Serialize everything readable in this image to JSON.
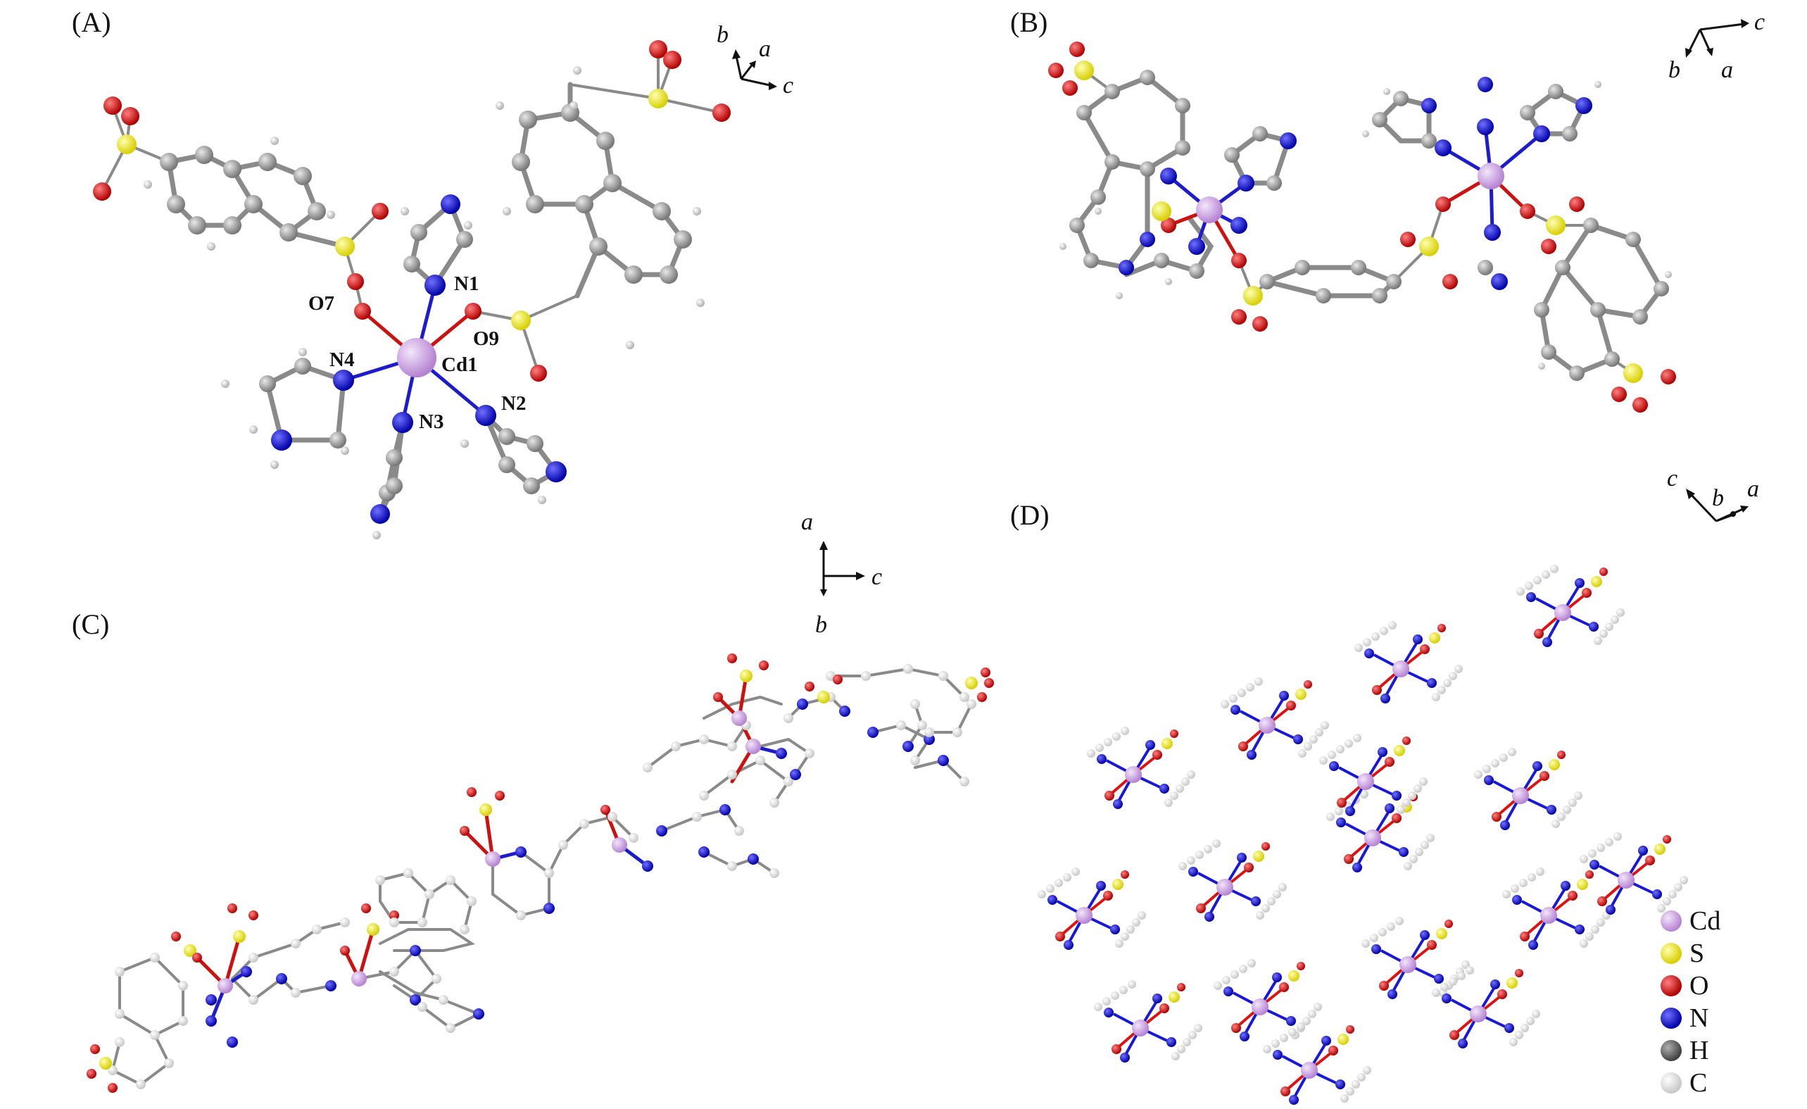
{
  "panels": [
    {
      "id": "A",
      "label": "(A)"
    },
    {
      "id": "B",
      "label": "(B)"
    },
    {
      "id": "C",
      "label": "(C)"
    },
    {
      "id": "D",
      "label": "(D)"
    }
  ],
  "atom_labels": {
    "cd1": "Cd1",
    "n1": "N1",
    "n2": "N2",
    "n3": "N3",
    "n4": "N4",
    "o7": "O7",
    "o9": "O9"
  },
  "axes": {
    "A": {
      "x1": "b",
      "x2": "a",
      "x3": "c"
    },
    "B": {
      "x1": "c",
      "x2": "b",
      "x3": "a"
    },
    "C": {
      "x1": "a",
      "x2": "c",
      "x3": "b"
    },
    "D": {
      "x1": "c",
      "x2": "b",
      "x3": "a"
    }
  },
  "legend": [
    {
      "symbol": "Cd",
      "color": "#c9a0e0"
    },
    {
      "symbol": "S",
      "color": "#f2ee10"
    },
    {
      "symbol": "O",
      "color": "#e01010"
    },
    {
      "symbol": "N",
      "color": "#1818d8"
    },
    {
      "symbol": "H",
      "color": "#707070"
    },
    {
      "symbol": "C",
      "color": "#d8d8d8"
    }
  ],
  "colors": {
    "Cd": "#c9a0e0",
    "S": "#f2ee10",
    "O": "#e01010",
    "N": "#1818d8",
    "C": "#9a9a9a",
    "H": "#e8e8e8"
  }
}
